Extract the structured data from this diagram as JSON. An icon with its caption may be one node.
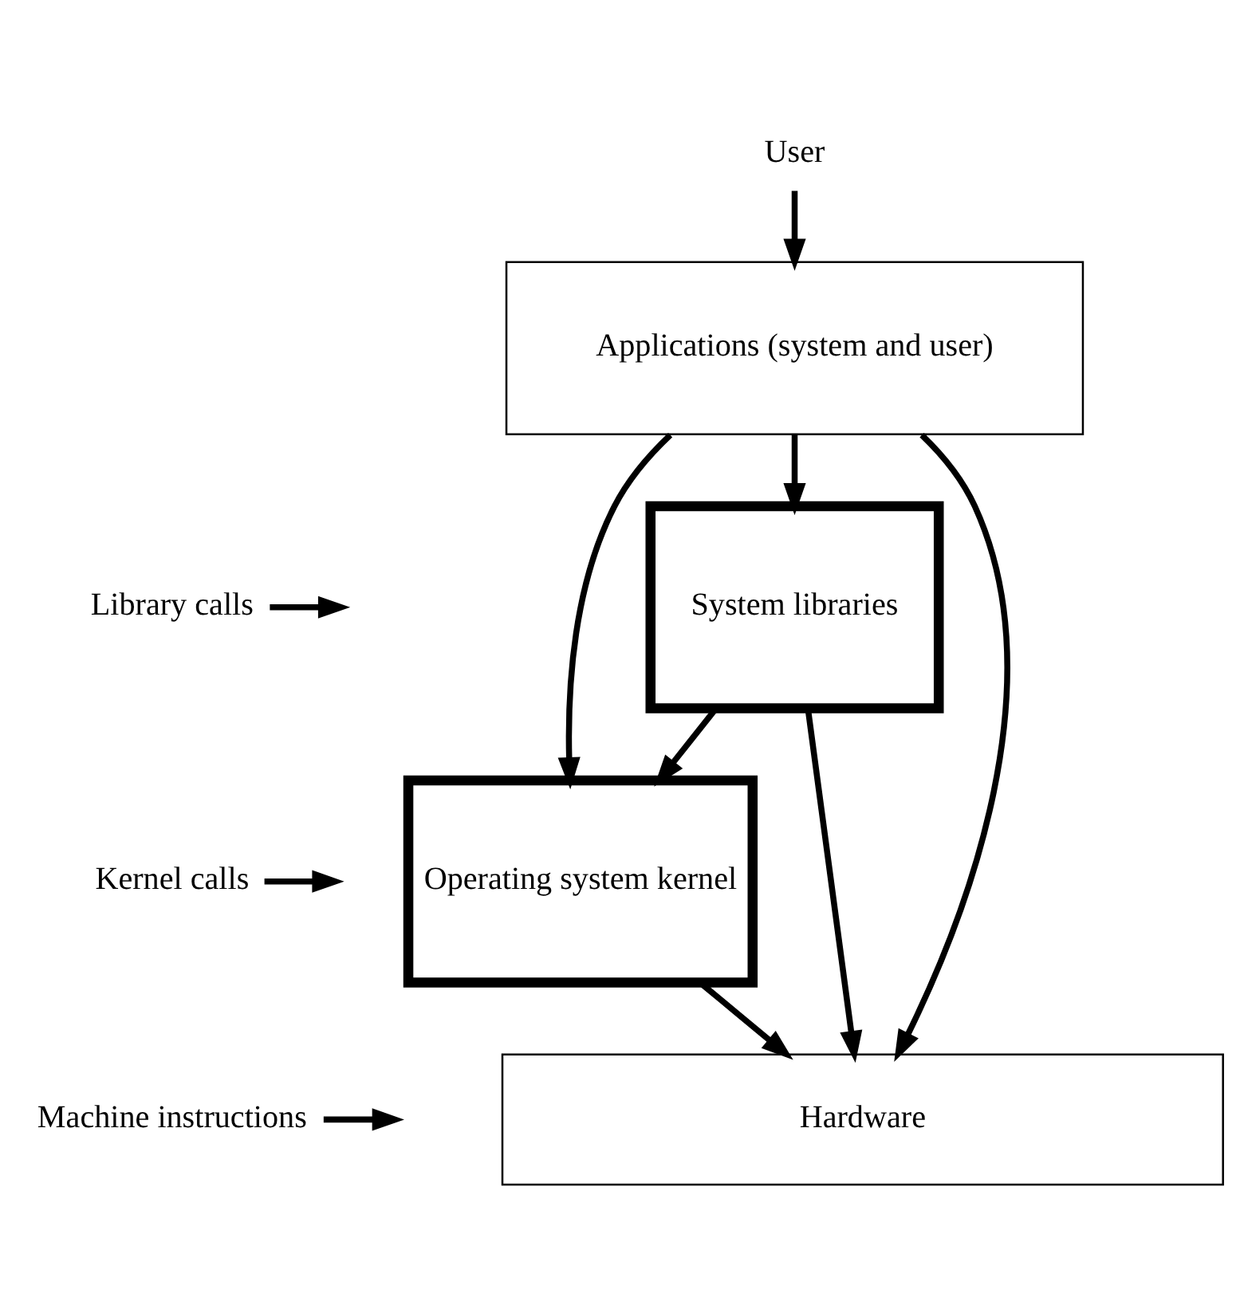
{
  "diagram": {
    "nodes": [
      {
        "text": [
          "User"
        ]
      },
      {
        "text": [
          "Applications (system and user)"
        ]
      },
      {
        "text": [
          "System libraries"
        ]
      },
      {
        "text": [
          "Operating system kernel"
        ]
      },
      {
        "text": [
          "Hardware"
        ]
      },
      {
        "text": [
          "Library calls"
        ]
      },
      {
        "text": [
          "Kernel calls"
        ]
      },
      {
        "text": [
          "Machine instructions"
        ]
      }
    ],
    "edges": [
      {
        "from": 0,
        "to": 1,
        "arrow": "to"
      },
      {
        "from": 1,
        "to": 2,
        "arrow": "to"
      },
      {
        "from": 2,
        "to": 3,
        "arrow": "to"
      },
      {
        "from": 1,
        "to": 3,
        "arrow": "to"
      },
      {
        "from": 1,
        "to": 4,
        "arrow": "to"
      },
      {
        "from": 2,
        "to": 4,
        "arrow": "to"
      },
      {
        "from": 3,
        "to": 4,
        "arrow": "to"
      },
      {
        "from": 5,
        "to": null,
        "arrow": "to"
      },
      {
        "from": 6,
        "to": null,
        "arrow": "to"
      },
      {
        "from": 7,
        "to": null,
        "arrow": "to"
      }
    ]
  }
}
